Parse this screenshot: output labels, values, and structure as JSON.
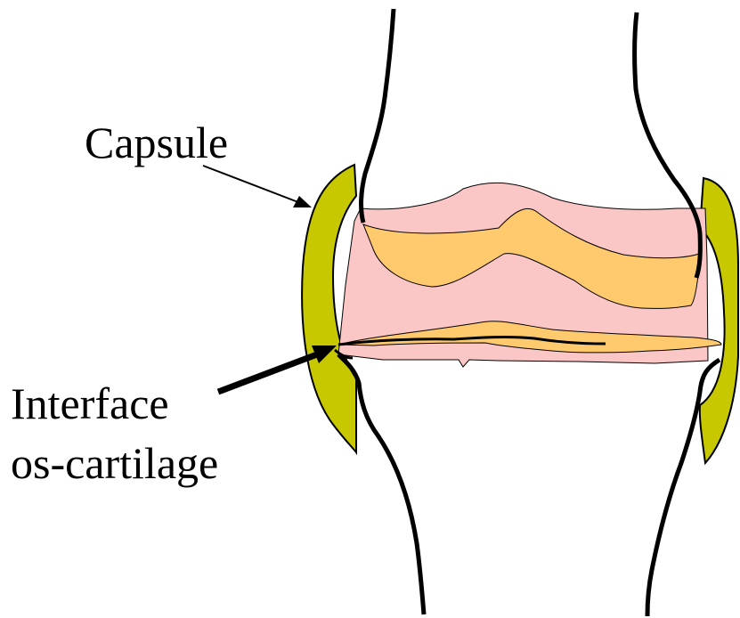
{
  "labels": {
    "capsule": "Capsule",
    "interface_line1": "Interface",
    "interface_line2": "os-cartilage"
  },
  "colors": {
    "capsule": "#c8c800",
    "cartilage_pink": "#fbc6c6",
    "cartilage_orange": "#ffc96e",
    "outline": "#000000",
    "background": "#ffffff"
  }
}
